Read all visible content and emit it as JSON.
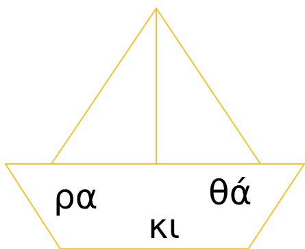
{
  "boat": {
    "line_color": "#f2c230"
  },
  "syllables": [
    "ρα",
    "κι",
    "θά"
  ]
}
